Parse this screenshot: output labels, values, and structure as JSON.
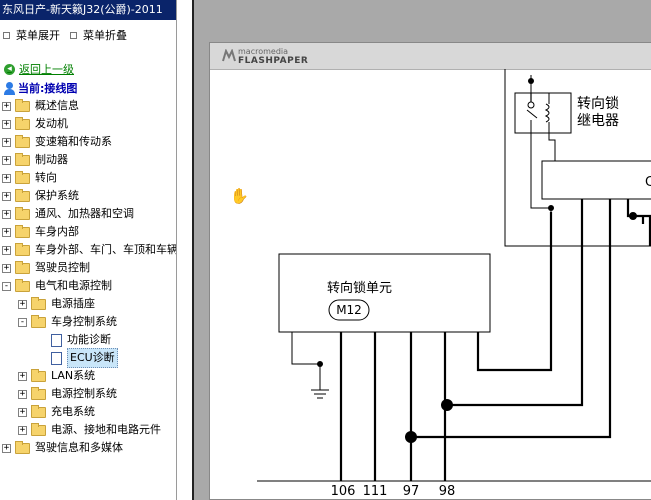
{
  "window": {
    "title": "东风日产-新天籁J32(公爵)-2011"
  },
  "toolbar": {
    "expand_label": "菜单展开",
    "collapse_label": "菜单折叠"
  },
  "nav": {
    "back_label": "返回上一级",
    "current_label": "当前:接线图"
  },
  "tree": [
    {
      "toggle": "+",
      "label": "概述信息"
    },
    {
      "toggle": "+",
      "label": "发动机"
    },
    {
      "toggle": "+",
      "label": "变速箱和传动系"
    },
    {
      "toggle": "+",
      "label": "制动器"
    },
    {
      "toggle": "+",
      "label": "转向"
    },
    {
      "toggle": "+",
      "label": "保护系统"
    },
    {
      "toggle": "+",
      "label": "通风、加热器和空调"
    },
    {
      "toggle": "+",
      "label": "车身内部"
    },
    {
      "toggle": "+",
      "label": "车身外部、车门、车顶和车辆"
    },
    {
      "toggle": "+",
      "label": "驾驶员控制"
    },
    {
      "toggle": "-",
      "label": "电气和电源控制"
    },
    {
      "toggle": "+",
      "label": "电源插座"
    },
    {
      "toggle": "-",
      "label": "车身控制系统"
    },
    {
      "toggle": "",
      "label": "功能诊断"
    },
    {
      "toggle": "",
      "label": "ECU诊断"
    },
    {
      "toggle": "+",
      "label": "LAN系统"
    },
    {
      "toggle": "+",
      "label": "电源控制系统"
    },
    {
      "toggle": "+",
      "label": "充电系统"
    },
    {
      "toggle": "+",
      "label": "电源、接地和电路元件"
    },
    {
      "toggle": "+",
      "label": "驾驶信息和多媒体"
    }
  ],
  "viewer": {
    "brand_small": "macromedia",
    "brand_big": "FLASHPAPER",
    "relay_label_line1": "转向锁",
    "relay_label_line2": "继电器",
    "unit_label": "转向锁单元",
    "connector_label": "M12",
    "box_partial_label": "C",
    "pin_labels": [
      "106",
      "111",
      "97",
      "98"
    ]
  },
  "colors": {
    "title_bar": "#0a246a",
    "link_green": "#008000",
    "current_blue": "#0000b0",
    "folder": "#f6d36b"
  }
}
